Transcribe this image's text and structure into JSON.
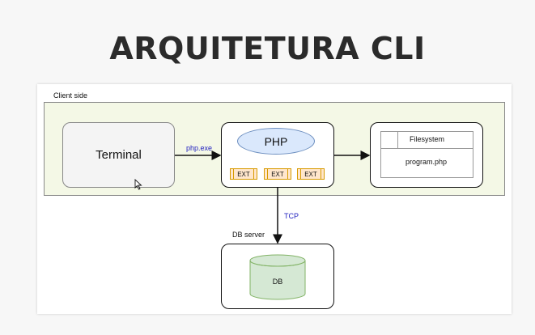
{
  "slide": {
    "title": "ARQUITETURA CLI"
  },
  "diagram": {
    "zone_label": "Client side",
    "terminal_label": "Terminal",
    "php": {
      "label": "PHP",
      "extensions": [
        "EXT",
        "EXT",
        "EXT"
      ]
    },
    "filesystem": {
      "header": "Filesystem",
      "file": "program.php"
    },
    "db": {
      "group_label": "DB server",
      "label": "DB"
    },
    "edges": {
      "terminal_to_php": "php.exe",
      "php_to_db": "TCP"
    }
  },
  "colors": {
    "zone_fill": "#f4f8e6",
    "php_oval_fill": "#dae8fc",
    "ext_fill": "#ffe6cc",
    "db_fill": "#d5e8d4",
    "edge_label": "#2424c0"
  }
}
